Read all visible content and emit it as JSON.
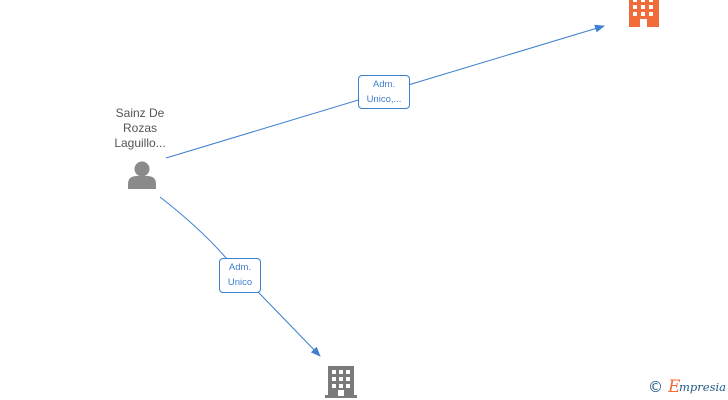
{
  "diagram": {
    "person": {
      "name_lines": [
        "Sainz De",
        "Rozas",
        "Laguillo..."
      ],
      "icon": "person-icon",
      "color": "#8a8a8a"
    },
    "companies": [
      {
        "icon": "building-icon",
        "color": "#f26b3a"
      },
      {
        "icon": "building-icon",
        "color": "#7a7a7a"
      }
    ],
    "relations": [
      {
        "label_lines": [
          "Adm.",
          "Unico,..."
        ]
      },
      {
        "label_lines": [
          "Adm.",
          "Unico"
        ]
      }
    ],
    "edge_color": "#3d7fd1"
  },
  "watermark": {
    "symbol": "©",
    "brand": "Empresia"
  }
}
